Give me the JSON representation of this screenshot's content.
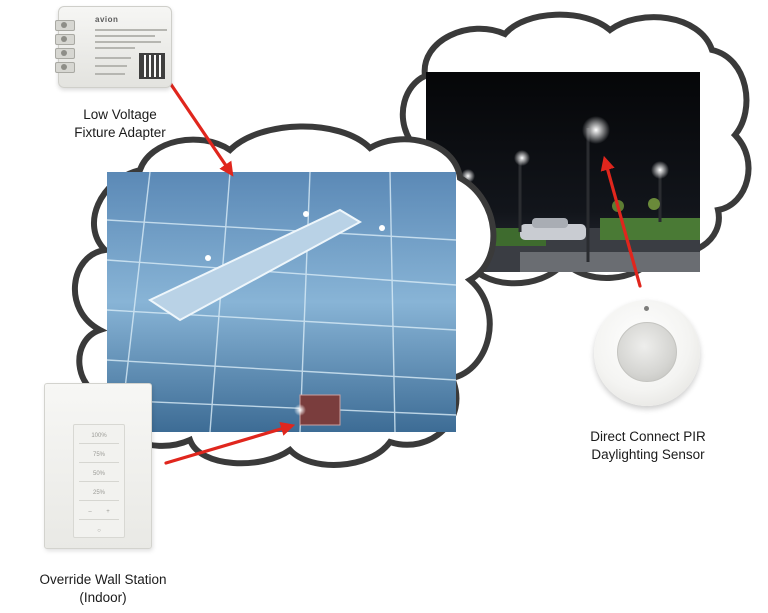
{
  "labels": {
    "fixture_adapter": [
      "Low Voltage",
      "Fixture Adapter"
    ],
    "wall_station": [
      "Override Wall Station",
      "(Indoor)"
    ],
    "pir_sensor": [
      "Direct Connect PIR",
      "Daylighting Sensor"
    ]
  },
  "device_text": {
    "adapter_brand": "avion",
    "wall_keys": [
      "100%",
      "75%",
      "50%",
      "25%"
    ]
  },
  "colors": {
    "arrow": "#e0261d",
    "cloud_outline": "#3a3a3a",
    "garage_photo": "#6f9ec4",
    "lot_photo": "#0e1014"
  }
}
